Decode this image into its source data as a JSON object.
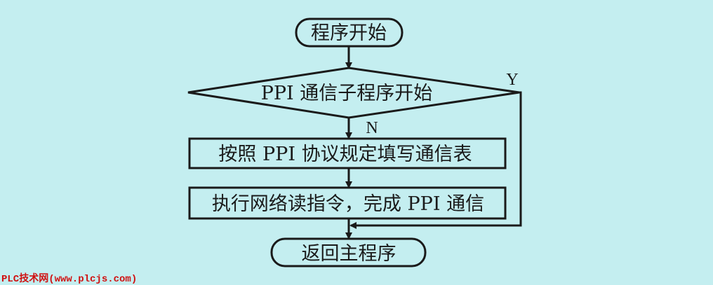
{
  "flowchart": {
    "start": "程序开始",
    "decision": "PPI 通信子程序开始",
    "yes_label": "Y",
    "no_label": "N",
    "step1": "按照 PPI 协议规定填写通信表",
    "step2": "执行网络读指令，完成 PPI 通信",
    "end": "返回主程序"
  },
  "watermark": "PLC技术网(www.plcjs.com)"
}
